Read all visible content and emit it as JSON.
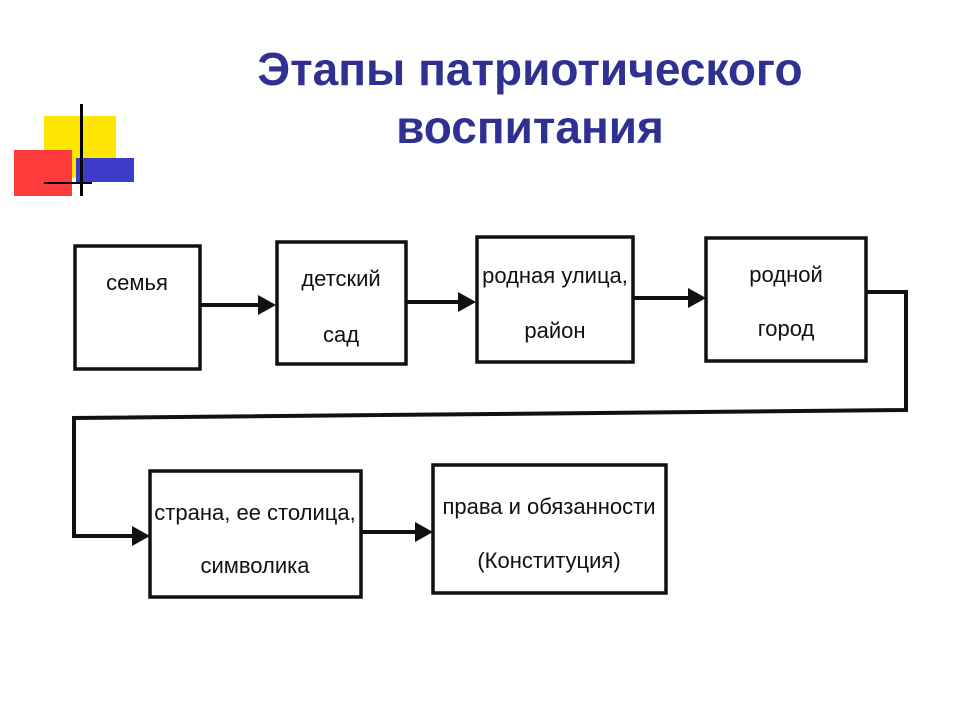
{
  "title": {
    "line1": "Этапы патриотического",
    "line2": "воспитания"
  },
  "stages": [
    {
      "id": "family",
      "lines": [
        "семья"
      ]
    },
    {
      "id": "kindergarten",
      "lines": [
        "детский",
        "сад"
      ]
    },
    {
      "id": "native-street",
      "lines": [
        "родная улица,",
        "район"
      ]
    },
    {
      "id": "native-city",
      "lines": [
        "родной",
        "город"
      ]
    },
    {
      "id": "country",
      "lines": [
        "страна, ее столица,",
        "символика"
      ]
    },
    {
      "id": "rights",
      "lines": [
        "права и обязанности",
        "(Конституция)"
      ]
    }
  ],
  "colors": {
    "title": "#2e3192",
    "deco_yellow": "#ffe600",
    "deco_blue": "#3c3cc8",
    "deco_red": "#ff3a3a"
  }
}
